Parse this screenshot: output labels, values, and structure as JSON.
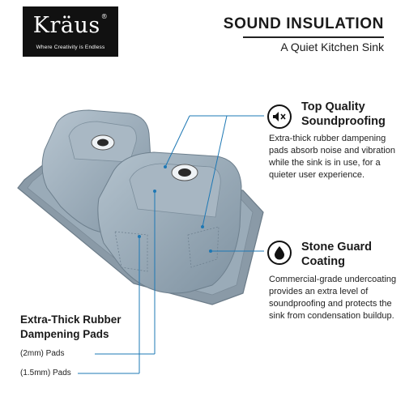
{
  "logo": {
    "wordmark": "Kräus",
    "registered": "®",
    "tagline": "Where Creativity is Endless"
  },
  "header": {
    "title": "SOUND INSULATION",
    "subtitle": "A Quiet Kitchen Sink"
  },
  "features": [
    {
      "icon": "speaker-mute-icon",
      "title_line1": "Top Quality",
      "title_line2": "Soundproofing",
      "body": "Extra-thick rubber dampening pads absorb noise and vibration while the sink is in use, for a quieter user experience."
    },
    {
      "icon": "water-drop-icon",
      "title_line1": "Stone Guard",
      "title_line2": "Coating",
      "body": "Commercial-grade undercoating provides an extra level of soundproofing and protects the sink from condensation buildup."
    }
  ],
  "pads": {
    "title_line1": "Extra-Thick Rubber",
    "title_line2": "Dampening Pads",
    "label_2mm": "(2mm) Pads",
    "label_15mm": "(1.5mm) Pads"
  },
  "colors": {
    "sink_coating": "#9fb0bd",
    "callout_line": "#1e78b4",
    "ink": "#111111"
  }
}
